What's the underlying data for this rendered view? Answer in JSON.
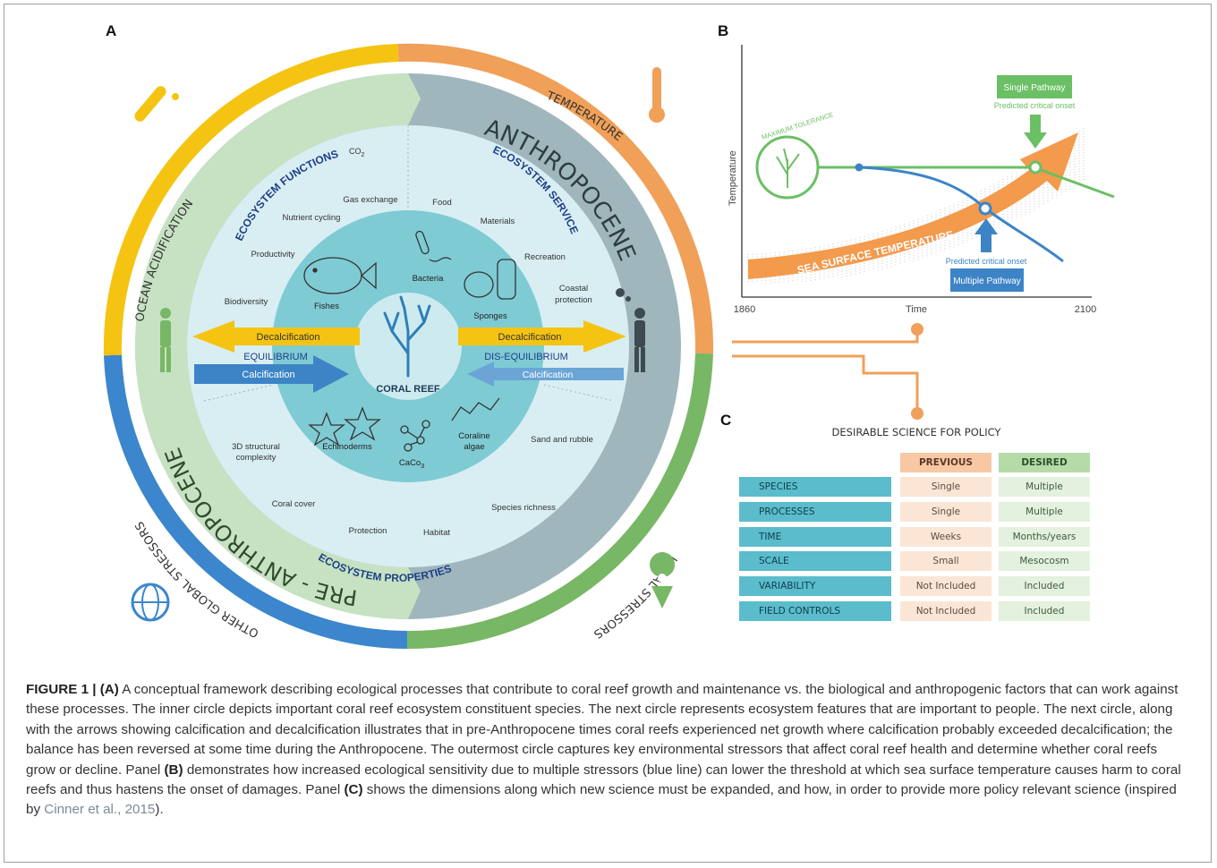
{
  "panels": {
    "a": "A",
    "b": "B",
    "c": "C"
  },
  "outer_ring": {
    "ocean_acidification": "OCEAN ACIDIFICATION",
    "temperature": "TEMPERATURE",
    "local_stressors": "LOCAL STRESSORS",
    "other_global_stressors": "OTHER GLOBAL STRESSORS"
  },
  "eras": {
    "anthropocene": "ANTHROPOCENE",
    "pre_anthropocene": "PRE - ANTHROPOCENE"
  },
  "sections": {
    "functions": "ECOSYSTEM FUNCTIONS",
    "services": "ECOSYSTEM SERVICES",
    "properties": "ECOSYSTEM PROPERTIES"
  },
  "functions_items": [
    "Gas exchange",
    "Nutrient cycling",
    "Productivity",
    "Biodiversity"
  ],
  "services_items": [
    "Food",
    "Materials",
    "Recreation",
    "Coastal",
    "protection"
  ],
  "properties_items": [
    "3D structural",
    "complexity",
    "Coral cover",
    "Protection",
    "Habitat",
    "Species richness",
    "Sand and rubble"
  ],
  "inner_items": [
    "Fishes",
    "Bacteria",
    "Sponges",
    "Echinoderms",
    "CaCo",
    "Coraline",
    "algae"
  ],
  "co2_label": "CO",
  "subscripts": {
    "co2": "2",
    "caco3": "3"
  },
  "center": "CORAL REEF",
  "arrows": {
    "decal_left": "Decalcification",
    "calc_left": "Calcification",
    "decal_right": "Decalcification",
    "calc_right": "Calcification",
    "equilibrium": "EQUILIBRIUM",
    "disequilibrium": "DIS-EQUILIBRIUM"
  },
  "chart_b": {
    "ylabel": "Temperature",
    "xlabel": "Time",
    "x_start": "1860",
    "x_end": "2100",
    "max_tolerance": "MAXIMUM TOLERANCE",
    "sst": "SEA SURFACE TEMPERATURE",
    "single_pathway": "Single Pathway",
    "multiple_pathway": "Multiple Pathway",
    "predicted_top": "Predicted critical onset",
    "predicted_bottom": "Predicted critical onset"
  },
  "table_c": {
    "title": "DESIRABLE SCIENCE FOR POLICY",
    "headers": [
      "PREVIOUS",
      "DESIRED"
    ],
    "rows": [
      {
        "label": "SPECIES",
        "previous": "Single",
        "desired": "Multiple"
      },
      {
        "label": "PROCESSES",
        "previous": "Single",
        "desired": "Multiple"
      },
      {
        "label": "TIME",
        "previous": "Weeks",
        "desired": "Months/years"
      },
      {
        "label": "SCALE",
        "previous": "Small",
        "desired": "Mesocosm"
      },
      {
        "label": "VARIABILITY",
        "previous": "Not Included",
        "desired": "Included"
      },
      {
        "label": "FIELD CONTROLS",
        "previous": "Not Included",
        "desired": "Included"
      }
    ]
  },
  "caption": {
    "label": "FIGURE 1 |",
    "a": "(A)",
    "text1": " A conceptual framework describing ecological processes that contribute to coral reef growth and maintenance vs. the biological and anthropogenic factors that can work against these processes. The inner circle depicts important coral reef ecosystem constituent species. The next circle represents ecosystem features that are important to people. The next circle, along with the arrows showing calcification and decalcification illustrates that in pre-Anthropocene times coral reefs experienced net growth where calcification probably exceeded decalcification; the balance has been reversed at some time during the Anthropocene. The outermost circle captures key environmental stressors that affect coral reef health and determine whether coral reefs grow or decline. Panel ",
    "b": "(B)",
    "text2": " demonstrates how increased ecological sensitivity due to multiple stressors (blue line) can lower the threshold at which sea surface temperature causes harm to coral reefs and thus hastens the onset of damages. Panel ",
    "c": "(C)",
    "text3": " shows the dimensions along which new science must be expanded, and how, in order to provide more policy relevant science (inspired by ",
    "cite": "Cinner et al., 2015",
    "text4": ")."
  },
  "colors": {
    "acidification": "#f5c412",
    "temperature": "#f0a058",
    "local": "#78b765",
    "global": "#3b86cc",
    "anthropocene": "#9fb7bc",
    "pre_anthropocene": "#c6e2c2",
    "ecosystem_ring": "#d9eef3",
    "inner": "#7fcbd4",
    "center": "#cdebef",
    "single_line": "#6bbf64",
    "multiple_line": "#3d84c6",
    "sst_arrow": "#f39a4c"
  }
}
